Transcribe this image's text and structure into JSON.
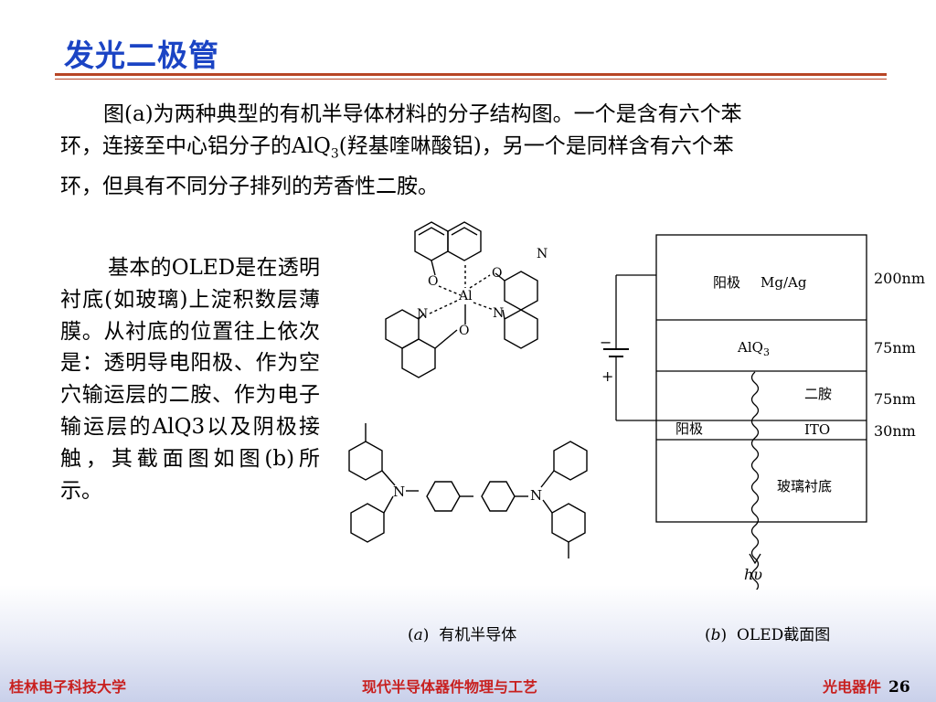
{
  "title": "发光二极管",
  "para1": {
    "line1": "图(a)为两种典型的有机半导体材料的分子结构图。一个是含有六个苯",
    "line2_pre": "环，连接至中心铝分子的AlQ",
    "line2_sub": "3",
    "line2_post": "(羟基喹啉酸铝)，另一个是同样含有六个苯",
    "line3": "环，但具有不同分子排列的芳香性二胺。"
  },
  "para2": "基本的OLED是在透明衬底(如玻璃)上淀积数层薄膜。从衬底的位置往上依次是：透明导电阳极、作为空穴输运层的二胺、作为电子输运层的AlQ3以及阴极接触，其截面图如图(b)所示。",
  "molecule": {
    "al": "Al",
    "o": "O",
    "n": "N",
    "nuc_n": "N"
  },
  "oled": {
    "layer_anode": "阳极",
    "layer_anode_mat": "Mg/Ag",
    "layer_alq": "AlQ",
    "layer_alq_sub": "3",
    "layer_diamine": "二胺",
    "layer_ito_label": "阳极",
    "layer_ito": "ITO",
    "layer_glass": "玻璃衬底",
    "thick_1": "200nm",
    "thick_2": "75nm",
    "thick_3": "75nm",
    "thick_4": "30nm",
    "minus": "−",
    "plus": "+",
    "photon": "hυ"
  },
  "caption_a": {
    "letter": "a",
    "text": "有机半导体"
  },
  "caption_b": {
    "letter": "b",
    "text": "OLED截面图"
  },
  "footer": {
    "left": "桂林电子科技大学",
    "center": "现代半导体器件物理与工艺",
    "right": "光电器件",
    "page": "26"
  }
}
